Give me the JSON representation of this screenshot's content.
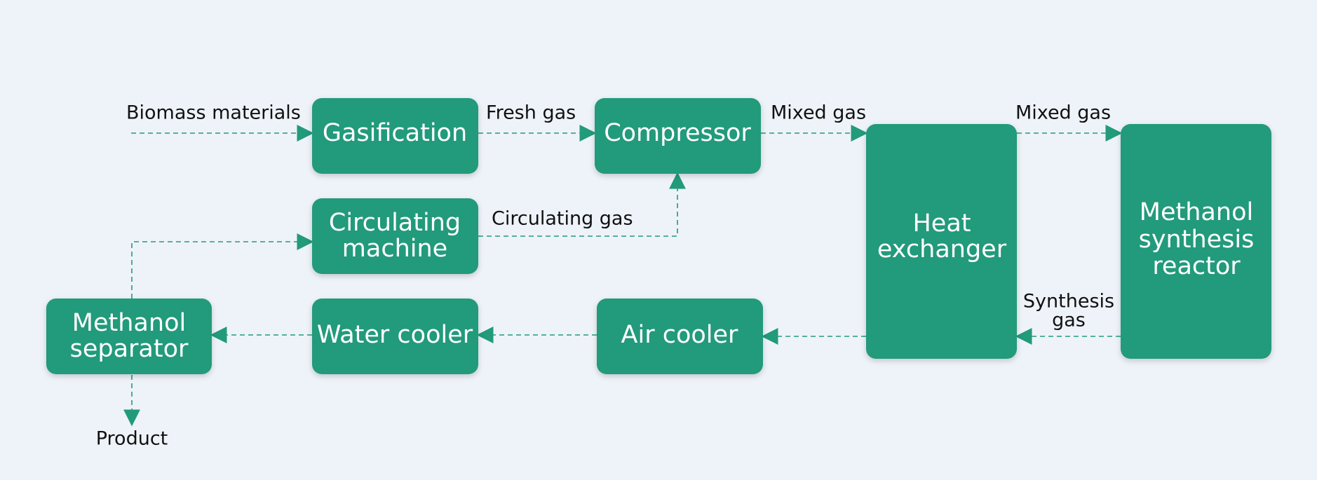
{
  "colors": {
    "background": "#eef3f9",
    "node_fill": "#229a7c",
    "node_text": "#ffffff",
    "edge_color": "#229a7c",
    "label_text": "#111111"
  },
  "nodes": {
    "gasification": "Gasification",
    "compressor": "Compressor",
    "heat_exchanger": [
      "Heat",
      "exchanger"
    ],
    "methanol_synthesis_reactor": [
      "Methanol",
      "synthesis",
      "reactor"
    ],
    "circulating_machine": [
      "Circulating",
      "machine"
    ],
    "air_cooler": "Air cooler",
    "water_cooler": "Water cooler",
    "methanol_separator": [
      "Methanol",
      "separator"
    ]
  },
  "edge_labels": {
    "biomass_materials": "Biomass materials",
    "fresh_gas": "Fresh gas",
    "mixed_gas_1": "Mixed gas",
    "mixed_gas_2": "Mixed gas",
    "circulating_gas": "Circulating gas",
    "synthesis_gas": [
      "Synthesis",
      "gas"
    ],
    "product": "Product"
  }
}
